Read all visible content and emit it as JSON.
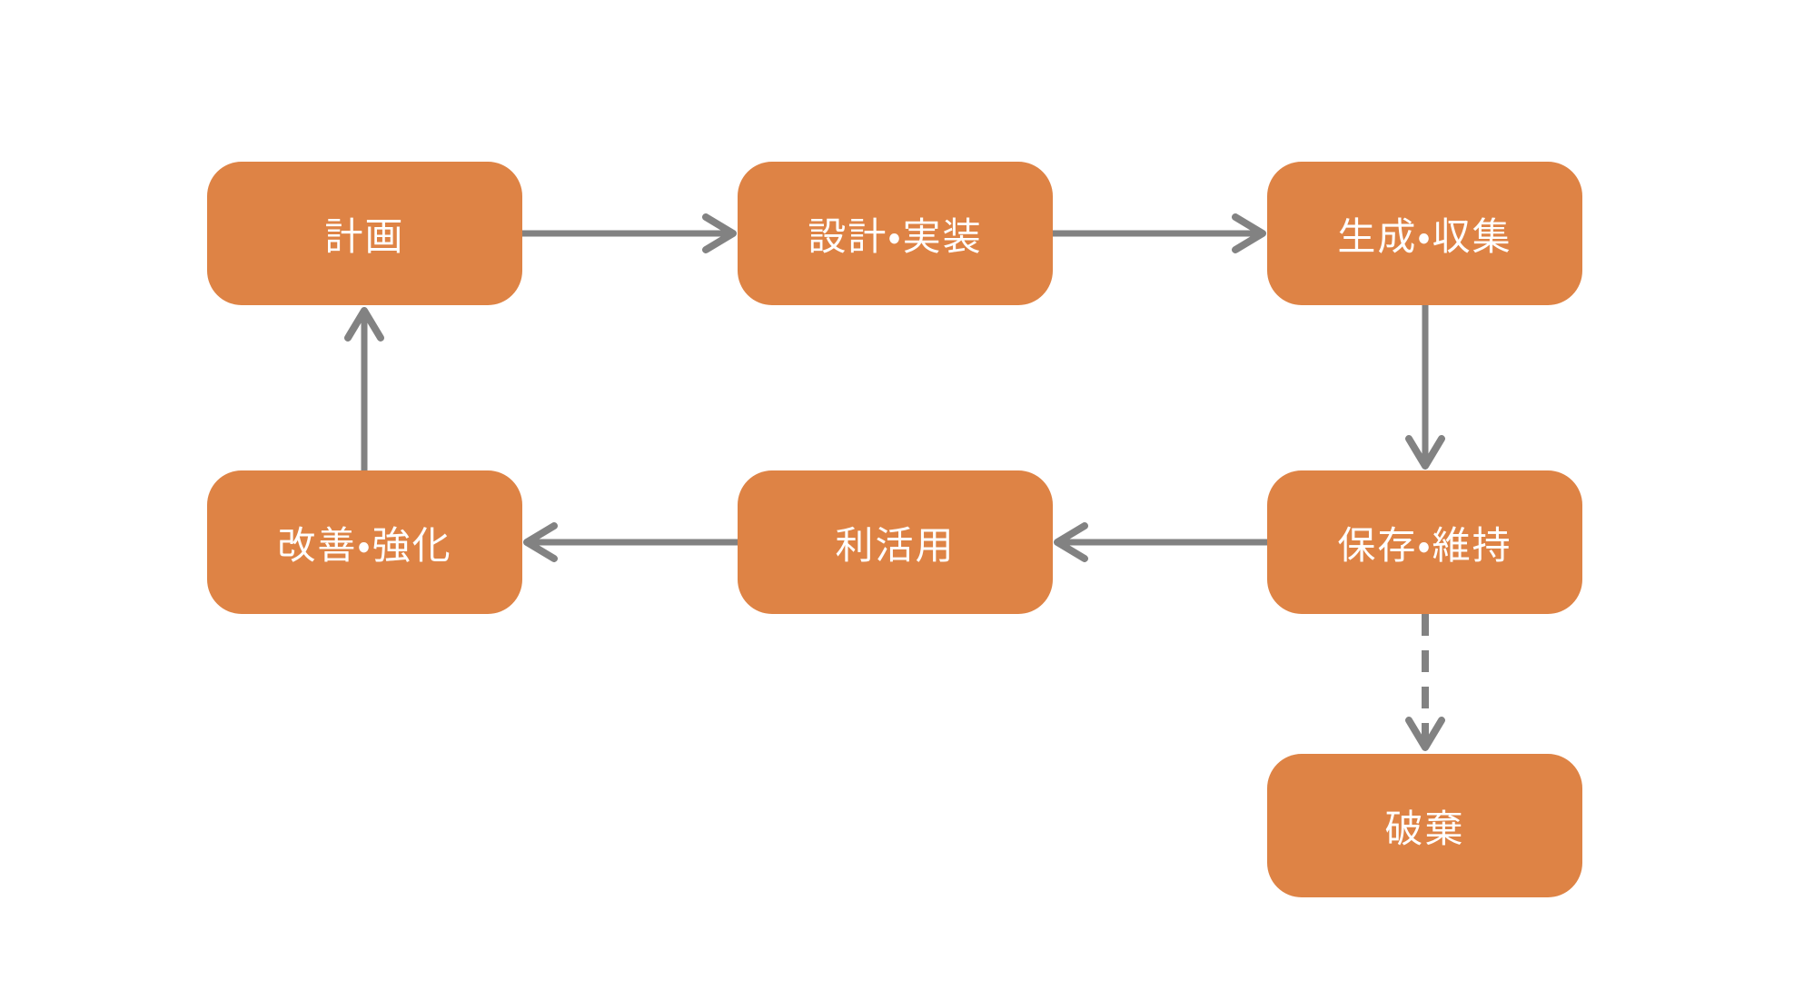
{
  "diagram": {
    "type": "flowchart",
    "description": "data lifecycle flow",
    "nodes": [
      {
        "id": "plan",
        "label": "計画"
      },
      {
        "id": "design",
        "label": "設計・実装"
      },
      {
        "id": "generate",
        "label": "生成・収集"
      },
      {
        "id": "improve",
        "label": "改善・強化"
      },
      {
        "id": "utilize",
        "label": "利活用"
      },
      {
        "id": "preserve",
        "label": "保存・維持"
      },
      {
        "id": "discard",
        "label": "破棄"
      }
    ],
    "edges": [
      {
        "from": "plan",
        "to": "design",
        "style": "solid",
        "direction": "right"
      },
      {
        "from": "design",
        "to": "generate",
        "style": "solid",
        "direction": "right"
      },
      {
        "from": "generate",
        "to": "preserve",
        "style": "solid",
        "direction": "down"
      },
      {
        "from": "preserve",
        "to": "utilize",
        "style": "solid",
        "direction": "left"
      },
      {
        "from": "utilize",
        "to": "improve",
        "style": "solid",
        "direction": "left"
      },
      {
        "from": "improve",
        "to": "plan",
        "style": "solid",
        "direction": "up"
      },
      {
        "from": "preserve",
        "to": "discard",
        "style": "dashed",
        "direction": "down"
      }
    ],
    "colors": {
      "node_fill": "#DE8345",
      "node_text": "#FFFFFF",
      "arrow": "#828282",
      "background": "#FFFFFF"
    }
  }
}
